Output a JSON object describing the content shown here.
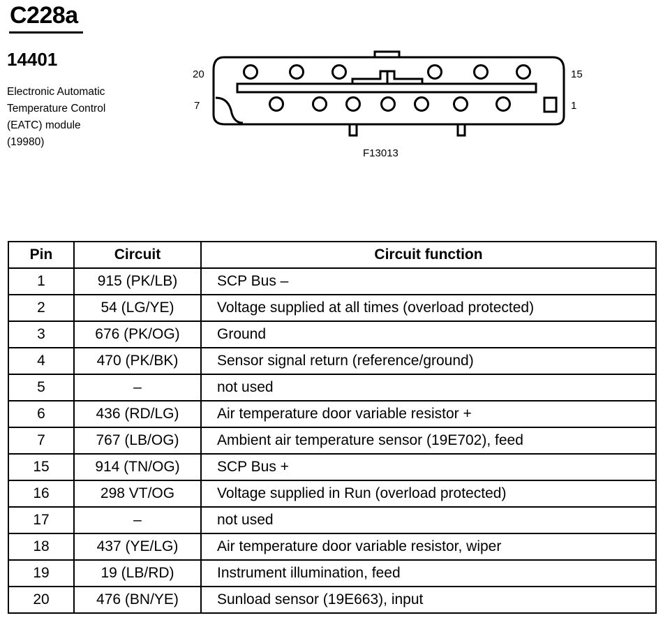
{
  "header": {
    "connector_id": "C228a",
    "part_number": "14401",
    "description_lines": [
      "Electronic Automatic",
      "Temperature Control",
      "(EATC) module",
      "(19980)"
    ]
  },
  "connector_diagram": {
    "figure_id": "F13013",
    "pin_labels": {
      "top_left": "20",
      "top_right": "15",
      "bottom_left": "7",
      "bottom_right": "1"
    }
  },
  "table": {
    "headers": {
      "pin": "Pin",
      "circuit": "Circuit",
      "function": "Circuit function"
    },
    "rows": [
      {
        "pin": "1",
        "circuit": "915 (PK/LB)",
        "function": "SCP Bus –"
      },
      {
        "pin": "2",
        "circuit": "54 (LG/YE)",
        "function": "Voltage supplied at all times (overload protected)"
      },
      {
        "pin": "3",
        "circuit": "676 (PK/OG)",
        "function": "Ground"
      },
      {
        "pin": "4",
        "circuit": "470 (PK/BK)",
        "function": "Sensor signal return (reference/ground)"
      },
      {
        "pin": "5",
        "circuit": "–",
        "function": "not used"
      },
      {
        "pin": "6",
        "circuit": "436 (RD/LG)",
        "function": "Air temperature door variable resistor +"
      },
      {
        "pin": "7",
        "circuit": "767 (LB/OG)",
        "function": "Ambient air temperature sensor (19E702), feed"
      },
      {
        "pin": "15",
        "circuit": "914 (TN/OG)",
        "function": "SCP Bus +"
      },
      {
        "pin": "16",
        "circuit": "298 VT/OG",
        "function": "Voltage supplied in Run (overload protected)"
      },
      {
        "pin": "17",
        "circuit": "–",
        "function": "not used"
      },
      {
        "pin": "18",
        "circuit": "437 (YE/LG)",
        "function": "Air temperature door variable resistor, wiper"
      },
      {
        "pin": "19",
        "circuit": "19 (LB/RD)",
        "function": "Instrument illumination, feed"
      },
      {
        "pin": "20",
        "circuit": "476 (BN/YE)",
        "function": "Sunload sensor (19E663), input"
      }
    ]
  }
}
